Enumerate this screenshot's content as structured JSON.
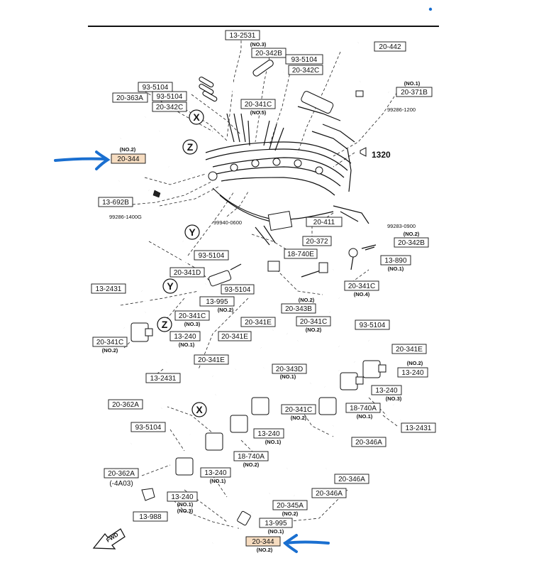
{
  "colors": {
    "marker": "#1a6fd0",
    "highlight": "#f6dcc0",
    "ink": "#111111",
    "background": "#ffffff"
  },
  "labels": {
    "13-2531": "13-2531",
    "no3_a": "(NO.3)",
    "20-342B_top": "20-342B",
    "93-5104_top": "93-5104",
    "20-342C_top": "20-342C",
    "20-442": "20-442",
    "no1_a": "(NO.1)",
    "20-371B": "20-371B",
    "99286-1200": "99286-1200",
    "93-5104_a": "93-5104",
    "93-5104_b": "93-5104",
    "20-363A": "20-363A",
    "20-342C_left": "20-342C",
    "20-341C_top": "20-341C",
    "no5": "(NO.5)",
    "no2_a": "(NO.2)",
    "20-344_top": "20-344",
    "1320": "1320",
    "13-692B": "13-692B",
    "99286-1400G": "99286-1400G",
    "99940-0600": "99940-0600",
    "20-411": "20-411",
    "99283-0900": "99283-0900",
    "no2_b": "(NO.2)",
    "20-342B_right": "20-342B",
    "20-372": "20-372",
    "93-5104_mid": "93-5104",
    "18-740E": "18-740E",
    "13-890": "13-890",
    "no1_b": "(NO.1)",
    "20-341D": "20-341D",
    "93-5104_mid2": "93-5104",
    "20-341C_right": "20-341C",
    "no4": "(NO.4)",
    "13-2431_left": "13-2431",
    "13-995_mid": "13-995",
    "no2_c": "(NO.2)",
    "20-341C_mid": "20-341C",
    "no3_b": "(NO.3)",
    "no2_d": "(NO.2)",
    "20-343B": "20-343B",
    "20-341E_a": "20-341E",
    "20-341C_r2": "20-341C",
    "no2_e": "(NO.2)",
    "93-5104_r": "93-5104",
    "20-341E_b": "20-341E",
    "13-240_a": "13-240",
    "no1_c": "(NO.1)",
    "20-341C_left": "20-341C",
    "no2_f": "(NO.2)",
    "20-341E_c": "20-341E",
    "20-341E_r": "20-341E",
    "no2_g": "(NO.2)",
    "13-240_r": "13-240",
    "13-2431_b": "13-2431",
    "20-343D": "20-343D",
    "no1_d": "(NO.1)",
    "13-240_r2": "13-240",
    "no3_c": "(NO.3)",
    "20-362A_a": "20-362A",
    "20-341C_low": "20-341C",
    "no2_h": "(NO.2)",
    "18-740A_r": "18-740A",
    "no1_e": "(NO.1)",
    "13-2431_r": "13-2431",
    "93-5104_low": "93-5104",
    "13-240_mid": "13-240",
    "no1_f": "(NO.1)",
    "20-346A_a": "20-346A",
    "18-740A_mid": "18-740A",
    "no2_i": "(NO.2)",
    "20-362A_b": "20-362A",
    "4a03": "(-4A03)",
    "13-240_low": "13-240",
    "no1_g": "(NO.1)",
    "20-346A_b": "20-346A",
    "20-346A_c": "20-346A",
    "13-240_low2": "13-240",
    "no1_h": "(NO.1)",
    "no3_d": "(NO.3)",
    "13-988": "13-988",
    "20-345A": "20-345A",
    "no2_j": "(NO.2)",
    "13-995_low": "13-995",
    "no1_i": "(NO.1)",
    "20-344_low": "20-344",
    "no2_k": "(NO.2)",
    "fwd": "FWD"
  },
  "refs": {
    "X": "X",
    "Z": "Z",
    "Y": "Y",
    "Y2": "Y",
    "Z2": "Z",
    "X2": "X"
  },
  "markers": [
    {
      "name": "arrow-top",
      "target": "20-344"
    },
    {
      "name": "arrow-bottom",
      "target": "20-344"
    }
  ]
}
